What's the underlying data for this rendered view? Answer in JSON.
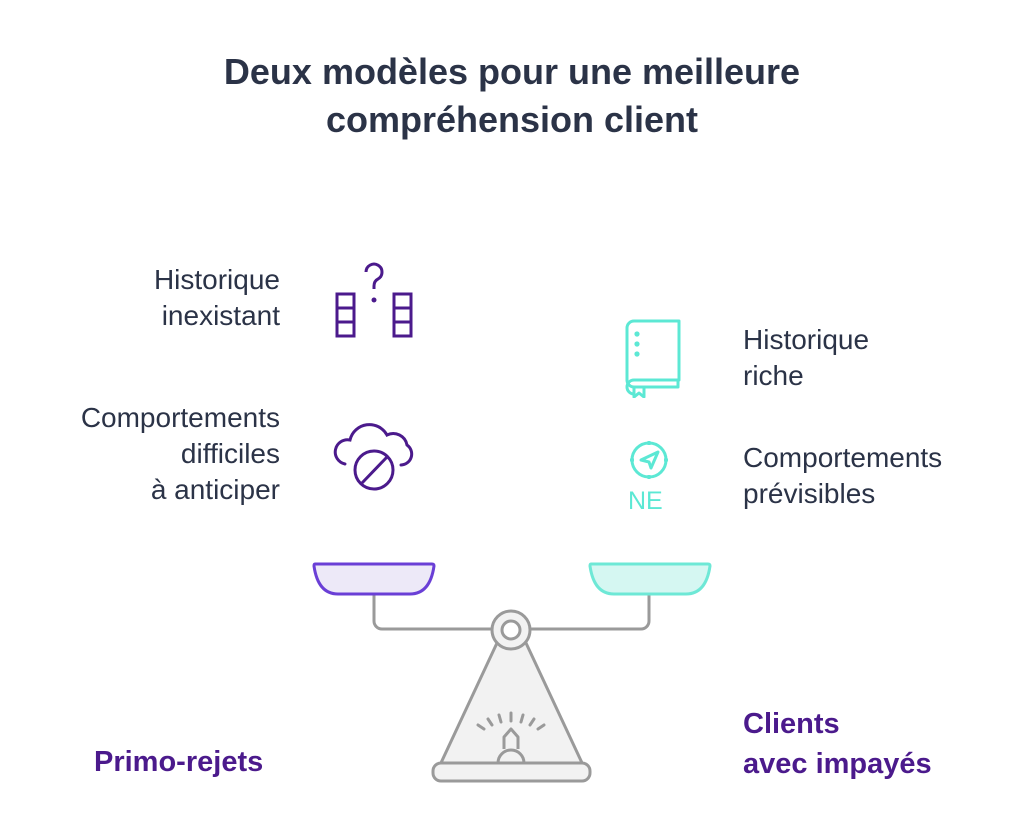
{
  "title": {
    "line1": "Deux modèles pour une meilleure",
    "line2": "compréhension client"
  },
  "left": {
    "category": "Primo-rejets",
    "items": [
      {
        "icon": "question-blocks-icon",
        "line1": "Historique",
        "line2": "inexistant"
      },
      {
        "icon": "cloud-blocked-icon",
        "line1": "Comportements",
        "line2": "difficiles",
        "line3": "à anticiper"
      }
    ],
    "color": "#4b1a8c",
    "pan_fill": "#ede9f8",
    "pan_stroke": "#6a3fd6"
  },
  "right": {
    "category_line1": "Clients",
    "category_line2": "avec impayés",
    "items": [
      {
        "icon": "book-bookmark-icon",
        "line1": "Historique",
        "line2": "riche"
      },
      {
        "icon": "compass-northeast-icon",
        "line1": "Comportements",
        "line2": "prévisibles",
        "badge": "NE"
      }
    ],
    "color": "#5ce8d4",
    "pan_fill": "#d5f7f2",
    "pan_stroke": "#6ee8d6"
  },
  "scale": {
    "icon": "balance-scale-icon",
    "stroke": "#9a9a9a",
    "fill": "#f2f2f2"
  }
}
